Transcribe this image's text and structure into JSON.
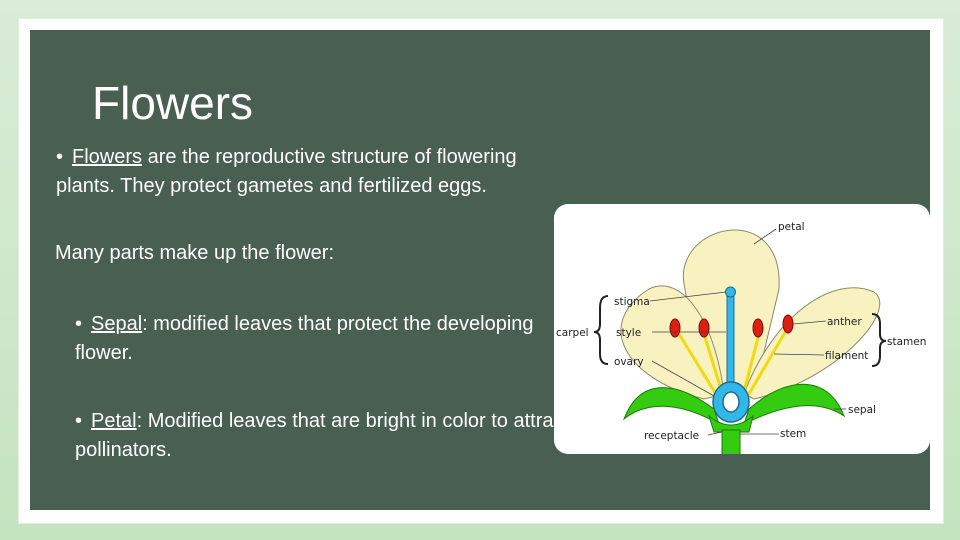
{
  "slide": {
    "title": "Flowers",
    "bullets": [
      {
        "term": "Flowers",
        "text": " are the reproductive structure of flowering plants. They protect gametes and fertilized eggs."
      }
    ],
    "plain_line": "Many parts make up the flower:",
    "sub_bullets": [
      {
        "term": "Sepal",
        "text": ": modified leaves that protect the developing flower."
      },
      {
        "term": "Petal",
        "text": ": Modified leaves that are bright in color to attract animal pollinators."
      }
    ],
    "bullet_glyph": "•"
  },
  "diagram": {
    "labels": {
      "petal": "petal",
      "stigma": "stigma",
      "style": "style",
      "ovary": "ovary",
      "carpel": "carpel",
      "anther": "anther",
      "filament": "filament",
      "stamen": "stamen",
      "sepal": "sepal",
      "receptacle": "receptacle",
      "stem": "stem"
    },
    "colors": {
      "petal": "#f8f2c0",
      "sepal": "#33cc11",
      "carpel": "#33b7e8",
      "anther": "#dd1f12",
      "filament": "#f2d90f"
    }
  }
}
